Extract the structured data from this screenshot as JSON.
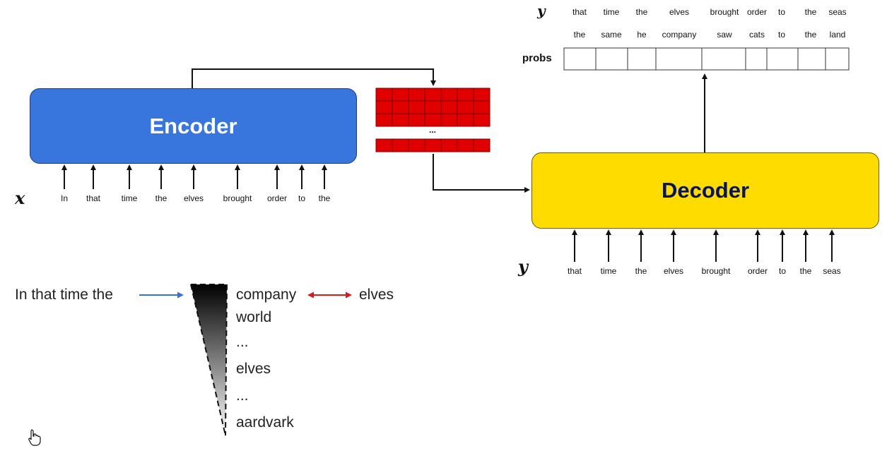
{
  "encoder": {
    "label": "Encoder"
  },
  "decoder": {
    "label": "Decoder"
  },
  "encoder_input": {
    "var": "x",
    "tokens": [
      "In",
      "that",
      "time",
      "the",
      "elves",
      "brought",
      "order",
      "to",
      "the"
    ]
  },
  "decoder_input": {
    "var": "y",
    "tokens": [
      "that",
      "time",
      "the",
      "elves",
      "brought",
      "order",
      "to",
      "the",
      "seas"
    ]
  },
  "output": {
    "var": "y",
    "probs_label": "probs",
    "target_row": [
      "that",
      "time",
      "the",
      "elves",
      "brought",
      "order",
      "to",
      "the",
      "seas"
    ],
    "predicted_row": [
      "the",
      "same",
      "he",
      "company",
      "saw",
      "cats",
      "to",
      "the",
      "land"
    ]
  },
  "context_matrix": {
    "ellipsis": "..."
  },
  "ranking": {
    "prompt": "In that time the",
    "items": [
      "company",
      "world",
      "...",
      "elves",
      "...",
      "aardvark"
    ],
    "compare_target": "elves",
    "colors": {
      "blue_arrow": "#3a6fd8",
      "red_arrow": "#d81a1a"
    }
  },
  "colors": {
    "encoder": "#3875dc",
    "decoder": "#ffdc00",
    "matrix_cell": "#e00000"
  }
}
